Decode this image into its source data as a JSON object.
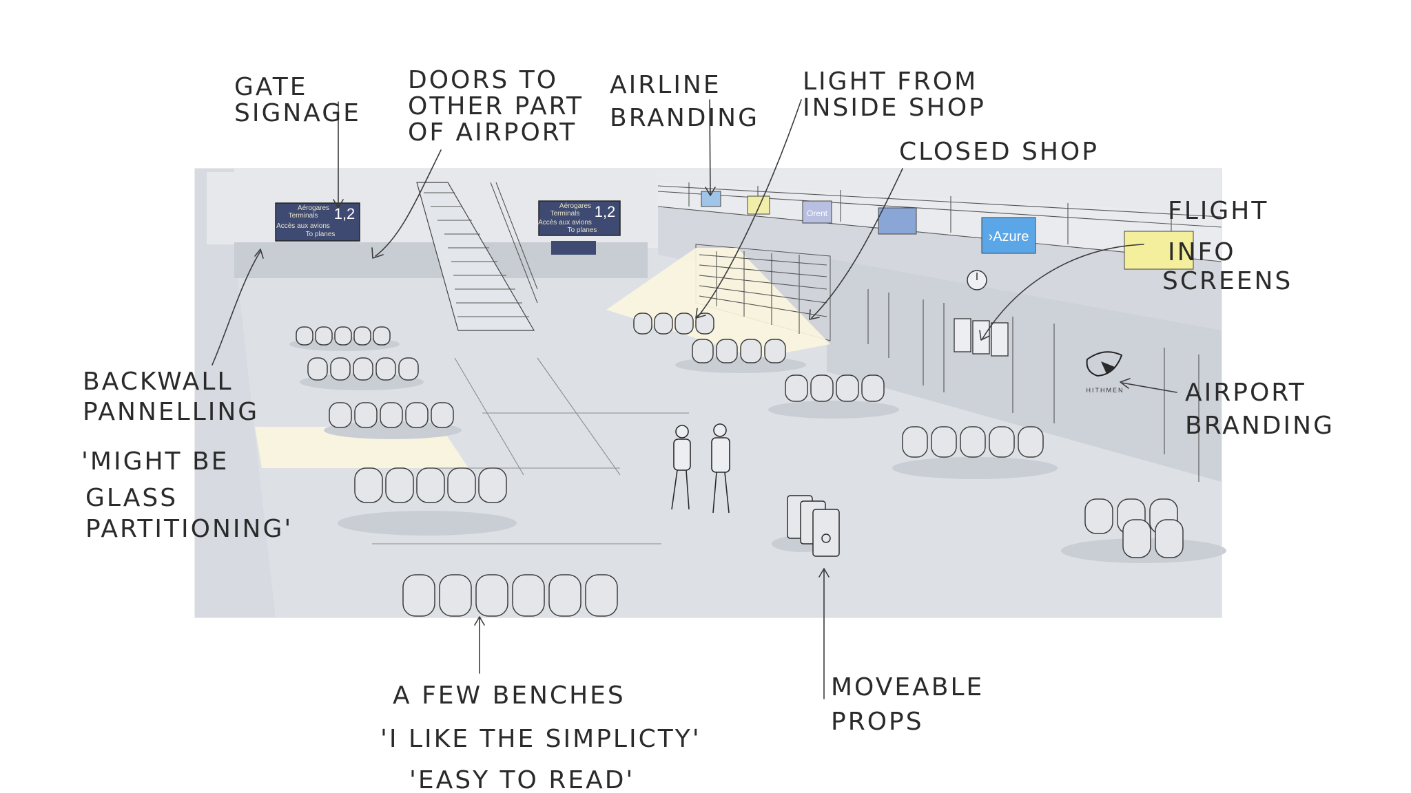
{
  "annotations": {
    "gate_signage": [
      "GATE",
      "SIGNAGE"
    ],
    "doors": [
      "DOORS TO",
      "OTHER PART",
      "OF AIRPORT"
    ],
    "airline_branding": [
      "AIRLINE",
      "BRANDING"
    ],
    "light_shop": [
      "LIGHT FROM",
      "INSIDE SHOP"
    ],
    "closed_shop": [
      "CLOSED SHOP"
    ],
    "flight_info": [
      "FLIGHT",
      "INFO",
      "SCREENS"
    ],
    "backwall": [
      "BACKWALL",
      "PANNELLING"
    ],
    "glass_quote": [
      "'MIGHT BE",
      "GLASS",
      "PARTITIONING'"
    ],
    "airport_branding": [
      "AIRPORT",
      "BRANDING"
    ],
    "benches": [
      "A FEW BENCHES"
    ],
    "benches_quote": [
      "'I LIKE THE SIMPLICTY'",
      "'EASY TO READ'"
    ],
    "props": [
      "MOVEABLE",
      "PROPS"
    ]
  },
  "signs": {
    "line1": "Aérogares",
    "line2": "Terminals",
    "numbers": "1,2",
    "line3": "Accès aux avions",
    "line4": "To planes"
  },
  "airline_logos": {
    "azure": "›Azure",
    "orent": "Orent"
  },
  "airport_logo_text": "HITHMEN",
  "colors": {
    "floor": "#dde1e6",
    "wall": "#e8eaee",
    "shadow": "#c9cdd4",
    "light": "#fbf6de",
    "sign_bg": "#3e4a72",
    "azure": "#5aa6e6",
    "yellow_screen": "#f4ef9c"
  }
}
